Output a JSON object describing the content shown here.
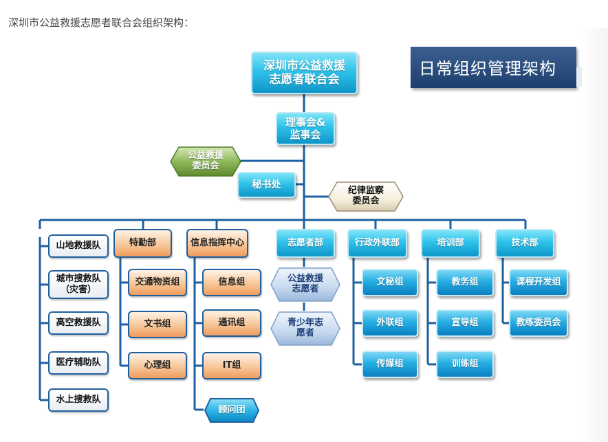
{
  "caption": "深圳市公益救援志愿者联合会组织架构：",
  "title": "日常组织管理架构",
  "top": {
    "label": "深圳市公益救援\n志愿者联合会"
  },
  "board": {
    "label": "理事会&\n监事会"
  },
  "side_left": {
    "label": "公益救援\n委员会"
  },
  "secretariat": {
    "label": "秘书处"
  },
  "side_right": {
    "label": "纪律监察\n委员会"
  },
  "rescue_teams": [
    "山地救援队",
    "城市搜救队\n（灾害）",
    "高空救援队",
    "医疗辅助队",
    "水上搜救队"
  ],
  "special_service": {
    "label": "特勤部",
    "children": [
      "交通物资组",
      "文书组",
      "心理组"
    ]
  },
  "info_command": {
    "label": "信息指挥中心",
    "children": [
      "信息组",
      "通讯组",
      "IT组",
      "顾问团"
    ]
  },
  "volunteer": {
    "label": "志愿者部",
    "children": [
      "公益救援\n志愿者",
      "青少年志\n愿者"
    ]
  },
  "admin": {
    "label": "行政外联部",
    "children": [
      "文秘组",
      "外联组",
      "传媒组"
    ]
  },
  "training": {
    "label": "培训部",
    "children": [
      "教务组",
      "宣导组",
      "训练组"
    ]
  },
  "tech": {
    "label": "技术部",
    "children": [
      "课程开发组",
      "教练委员会"
    ]
  },
  "colors": {
    "line": "#1e5fa0",
    "cyan": "#2fc2ea",
    "peach": "#f7c79a",
    "title_bg": "#2a4f80",
    "green": "#7fa84a"
  }
}
